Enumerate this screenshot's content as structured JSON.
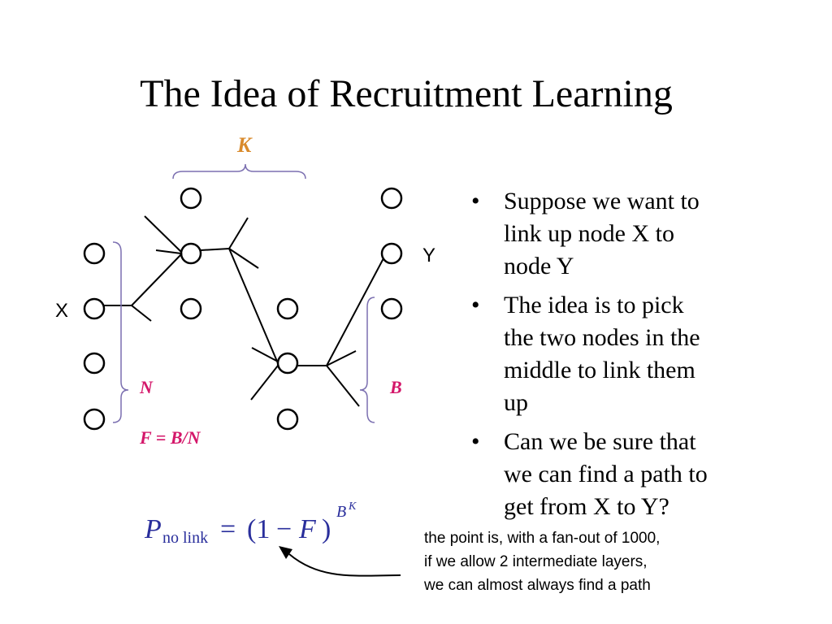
{
  "slide": {
    "title": "The Idea of Recruitment Learning"
  },
  "diagram": {
    "labels": {
      "K": "K",
      "N": "N",
      "B": "B",
      "F": "F = B/N",
      "X": "X",
      "Y": "Y"
    },
    "formula": {
      "P": "P",
      "subscript": "no link",
      "equals": "=",
      "open": "(1",
      "minus": "−",
      "F": "F",
      "close": ")",
      "exp_B": "B",
      "exp_K": "K"
    },
    "colors": {
      "K_label": "#D98A2B",
      "label_pink": "#D4176A",
      "brace": "#7B6FB0",
      "formula": "#2A2F9C"
    }
  },
  "bullets": [
    {
      "bullet": "•",
      "text_lines": [
        "Suppose we want to",
        "link up node X to",
        "node Y"
      ]
    },
    {
      "bullet": "•",
      "text_lines": [
        "The idea is to pick",
        "the two nodes in the",
        "middle to link them",
        "up"
      ]
    },
    {
      "bullet": "•",
      "text_lines": [
        "Can we be sure that",
        "we can find a path to",
        "get from X to Y?"
      ]
    }
  ],
  "note": {
    "lines": [
      "the point is, with a fan-out of 1000,",
      "if we allow 2 intermediate layers,",
      "we can almost always find a path"
    ]
  }
}
